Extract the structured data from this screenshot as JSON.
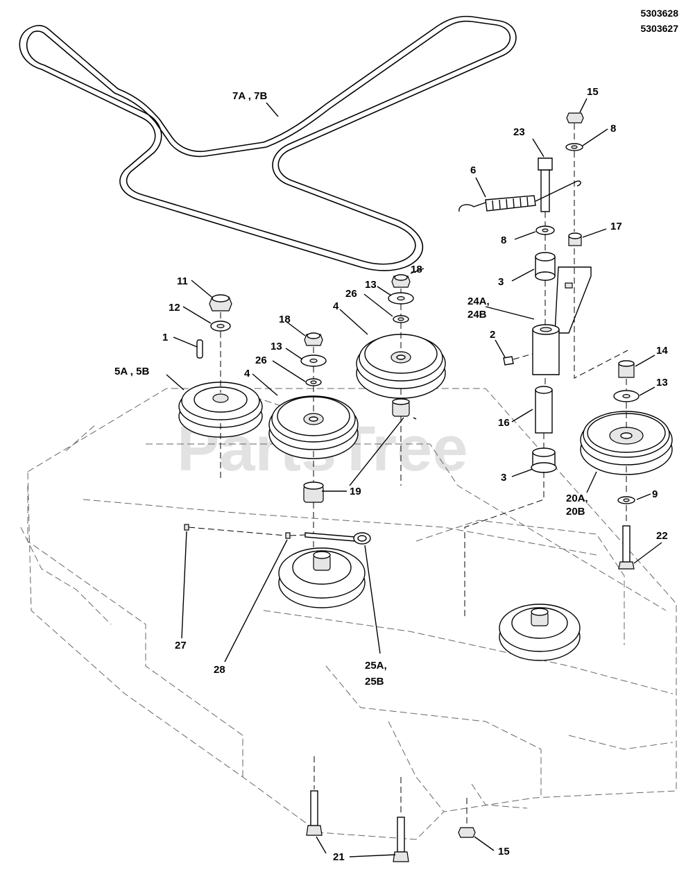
{
  "header": {
    "part_number_1": "5303628",
    "part_number_2": "5303627"
  },
  "watermark": "PartsTree",
  "callouts": {
    "c1": "1",
    "c2": "2",
    "c3a": "3",
    "c3b": "3",
    "c4a": "4",
    "c4b": "4",
    "c5": "5A , 5B",
    "c6": "6",
    "c7": "7A , 7B",
    "c8a": "8",
    "c8b": "8",
    "c9": "9",
    "c11": "11",
    "c12": "12",
    "c13a": "13",
    "c13b": "13",
    "c13c": "13",
    "c14": "14",
    "c15a": "15",
    "c15b": "15",
    "c16": "16",
    "c17": "17",
    "c18a": "18",
    "c18b": "18",
    "c19": "19",
    "c20_l1": "20A,",
    "c20_l2": "20B",
    "c21": "21",
    "c22": "22",
    "c23": "23",
    "c24_l1": "24A,",
    "c24_l2": "24B",
    "c25_l1": "25A,",
    "c25_l2": "25B",
    "c26a": "26",
    "c26b": "26",
    "c27": "27",
    "c28": "28"
  }
}
